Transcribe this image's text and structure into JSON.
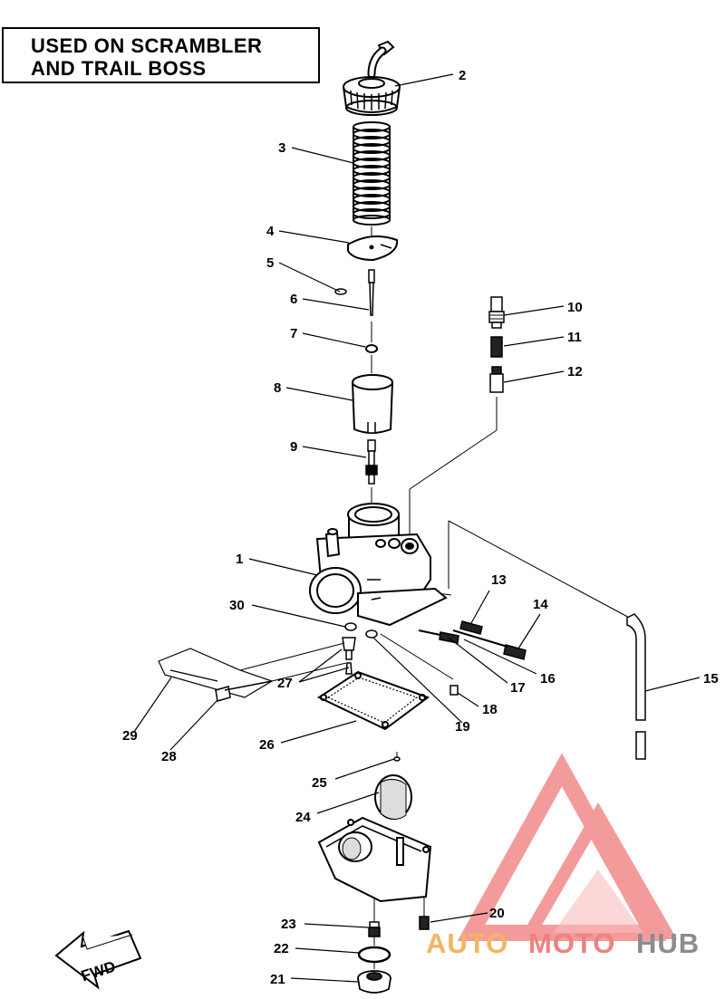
{
  "title": {
    "line1": "USED ON SCRAMBLER",
    "line2": "AND TRAIL BOSS"
  },
  "direction_label": "FWD",
  "callouts": [
    {
      "id": "1",
      "label": "1"
    },
    {
      "id": "2",
      "label": "2"
    },
    {
      "id": "3",
      "label": "3"
    },
    {
      "id": "4",
      "label": "4"
    },
    {
      "id": "5",
      "label": "5"
    },
    {
      "id": "6",
      "label": "6"
    },
    {
      "id": "7",
      "label": "7"
    },
    {
      "id": "8",
      "label": "8"
    },
    {
      "id": "9",
      "label": "9"
    },
    {
      "id": "10",
      "label": "10"
    },
    {
      "id": "11",
      "label": "11"
    },
    {
      "id": "12",
      "label": "12"
    },
    {
      "id": "13",
      "label": "13"
    },
    {
      "id": "14",
      "label": "14"
    },
    {
      "id": "15",
      "label": "15"
    },
    {
      "id": "16",
      "label": "16"
    },
    {
      "id": "17",
      "label": "17"
    },
    {
      "id": "18",
      "label": "18"
    },
    {
      "id": "19",
      "label": "19"
    },
    {
      "id": "20",
      "label": "20"
    },
    {
      "id": "21",
      "label": "21"
    },
    {
      "id": "22",
      "label": "22"
    },
    {
      "id": "23",
      "label": "23"
    },
    {
      "id": "24",
      "label": "24"
    },
    {
      "id": "25",
      "label": "25"
    },
    {
      "id": "26",
      "label": "26"
    },
    {
      "id": "27",
      "label": "27"
    },
    {
      "id": "28",
      "label": "28"
    },
    {
      "id": "29",
      "label": "29"
    },
    {
      "id": "30",
      "label": "30"
    }
  ],
  "watermark": {
    "part1": "AUTO",
    "part2": "MOTO",
    "part3": "HUB",
    "color1": "#f5b461",
    "color2": "#f08080",
    "color3": "#8c8c8c",
    "logo_color": "#f28a8a"
  }
}
